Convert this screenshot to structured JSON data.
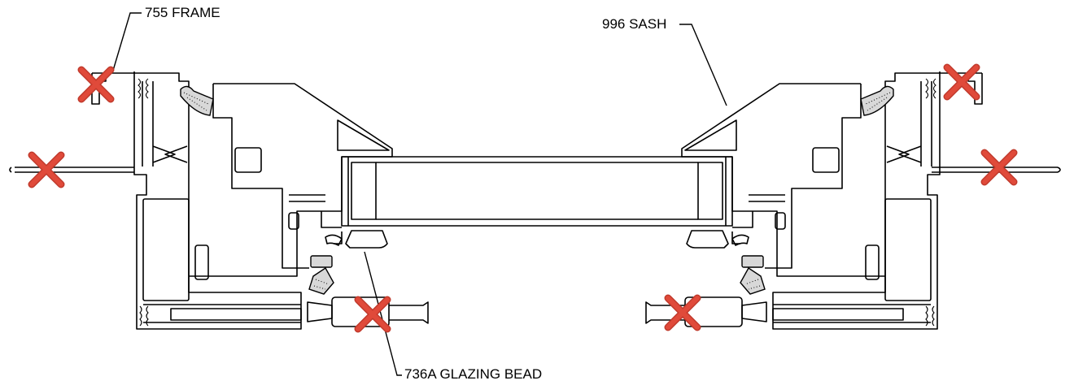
{
  "labels": {
    "frame": "755 FRAME",
    "sash": "996 SASH",
    "glazing_bead": "736A GLAZING BEAD"
  },
  "colors": {
    "line": "#000000",
    "remove_mark": "#c0392b",
    "background": "#ffffff"
  },
  "marks": [
    "x-mark",
    "x-mark",
    "x-mark",
    "x-mark",
    "x-mark",
    "x-mark"
  ]
}
